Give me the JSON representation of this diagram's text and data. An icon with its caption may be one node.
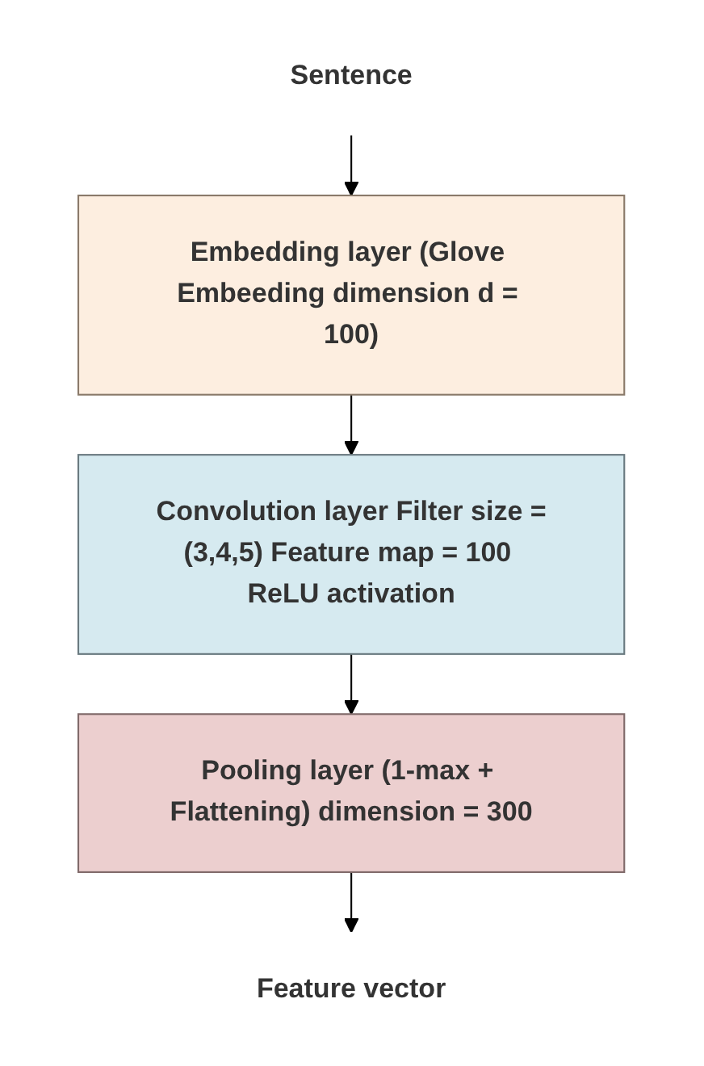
{
  "diagram": {
    "nodes": [
      {
        "text": [
          "Sentence"
        ]
      },
      {
        "text": [
          "Embedding layer (Glove Embeeding dimension d = 100)"
        ]
      },
      {
        "text": [
          "Convolution layer Filter size =(3,4,5) Feature map = 100 ReLU activation"
        ]
      },
      {
        "text": [
          "Pooling layer (1-max + Flattening) dimension = 300"
        ]
      },
      {
        "text": [
          "Feature vector"
        ]
      }
    ],
    "edges": [
      {
        "from": 0,
        "to": 1,
        "arrow": "to"
      },
      {
        "from": 1,
        "to": 2,
        "arrow": "to"
      },
      {
        "from": 2,
        "to": 3,
        "arrow": "to"
      },
      {
        "from": 3,
        "to": 4,
        "arrow": "to"
      }
    ]
  }
}
